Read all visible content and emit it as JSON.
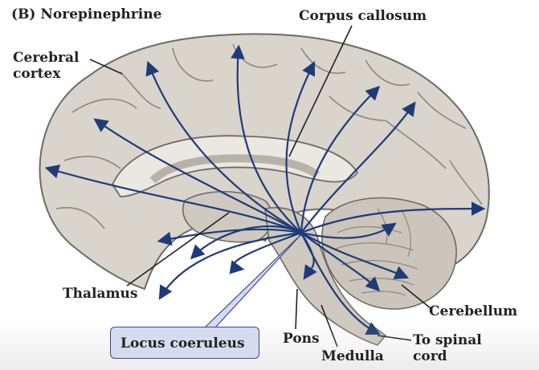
{
  "title": "(B)  Norepinephrine",
  "labels": {
    "cerebral_cortex": [
      "Cerebral",
      "cortex"
    ],
    "corpus_callosum": "Corpus callosum",
    "thalamus": "Thalamus",
    "cerebellum": "Cerebellum",
    "locus_coeruleus": "Locus coeruleus",
    "pons": "Pons",
    "medulla": "Medulla",
    "to_spinal_cord": [
      "To spinal",
      "cord"
    ]
  },
  "colors": {
    "brain_fill": "#d9d4cc",
    "brain_outline": "#6e6a64",
    "pathway": "#1f3a78",
    "locus_box_fill": "#d6dcef",
    "locus_box_border": "#3a4a8a",
    "text": "#222222"
  }
}
